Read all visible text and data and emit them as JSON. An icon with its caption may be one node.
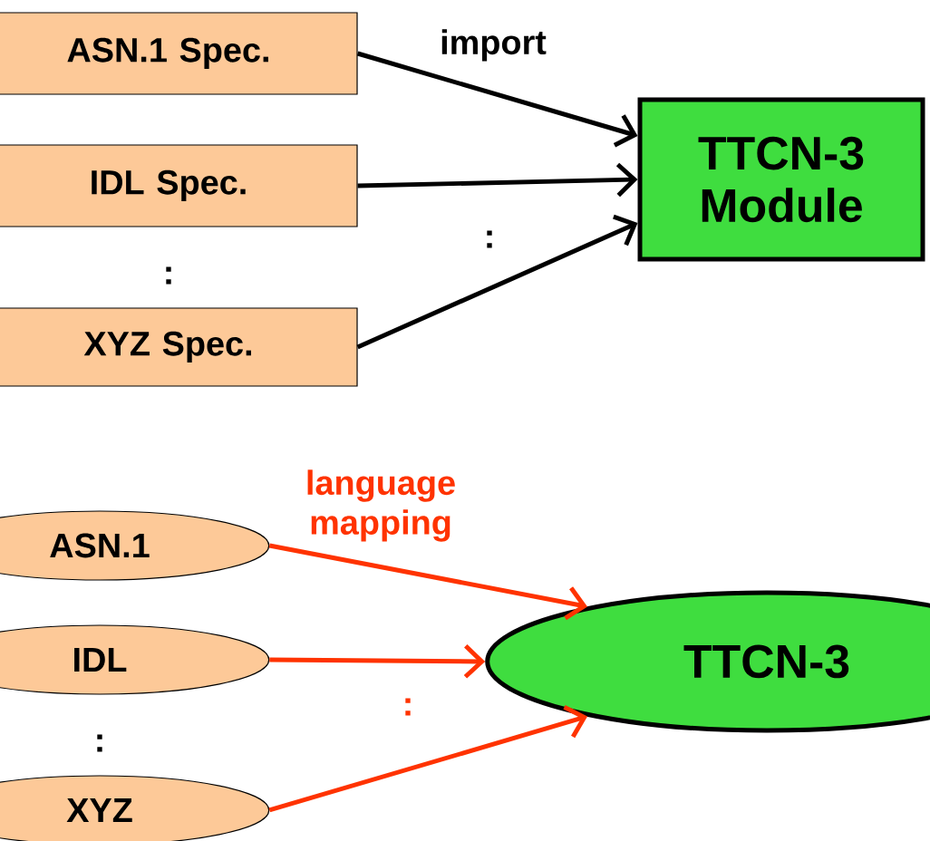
{
  "diagram": {
    "nodes": [
      {
        "text": [
          "ASN.1 Spec."
        ]
      },
      {
        "text": [
          "IDL Spec."
        ]
      },
      {
        "text": [
          "XYZ Spec."
        ]
      },
      {
        "text": [
          "TTCN-3 Module"
        ]
      },
      {
        "text": [
          "ASN.1"
        ]
      },
      {
        "text": [
          "IDL"
        ]
      },
      {
        "text": [
          "XYZ"
        ]
      },
      {
        "text": [
          "TTCN-3"
        ]
      }
    ],
    "edges": [
      {
        "from": 0,
        "to": 3,
        "arrow": "to",
        "label": "import",
        "color": "#000000"
      },
      {
        "from": 1,
        "to": 3,
        "arrow": "to",
        "color": "#000000"
      },
      {
        "from": 2,
        "to": 3,
        "arrow": "to",
        "color": "#000000"
      },
      {
        "from": 4,
        "to": 7,
        "arrow": "to",
        "label": "language mapping",
        "color": "#ff3300"
      },
      {
        "from": 5,
        "to": 7,
        "arrow": "to",
        "color": "#ff3300"
      },
      {
        "from": 6,
        "to": 7,
        "arrow": "to",
        "color": "#ff3300"
      }
    ],
    "labels": [
      ":",
      ":",
      ":",
      ":"
    ]
  }
}
